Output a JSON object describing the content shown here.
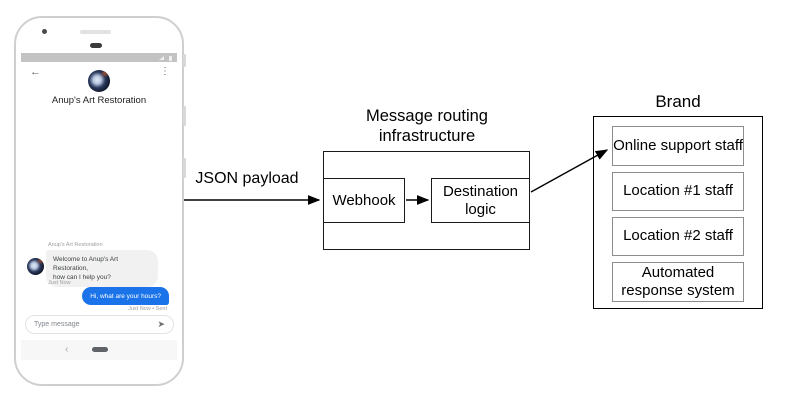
{
  "phone": {
    "header": {
      "back_glyph": "←",
      "menu_glyph": "⋮",
      "title": "Anup's Art Restoration"
    },
    "chat": {
      "sender_label": "Anup's Art Restoration",
      "incoming": {
        "text": "Welcome to Anup's Art Restoration,\nhow can I help you?",
        "timestamp": "Just Now"
      },
      "outgoing": {
        "text": "Hi, what are your hours?",
        "timestamp": "Just Now • Sent"
      }
    },
    "composer": {
      "placeholder": "Type message",
      "send_glyph": "➤"
    },
    "nav": {
      "back_glyph": "‹"
    }
  },
  "diagram": {
    "json_payload_label": "JSON payload",
    "routing": {
      "title": "Message routing\ninfrastructure",
      "webhook_label": "Webhook",
      "destination_label": "Destination logic"
    },
    "brand": {
      "title": "Brand",
      "items": [
        "Online support staff",
        "Location #1 staff",
        "Location #2 staff",
        "Automated response system"
      ]
    }
  },
  "colors": {
    "accent_blue": "#1a73e8",
    "incoming_bubble": "#f1f1f1",
    "status_bar": "#c3c3c3",
    "box_border": "#1a1a1a",
    "brand_inner_border": "#8c8c8c",
    "phone_border": "#cfcfcf"
  }
}
